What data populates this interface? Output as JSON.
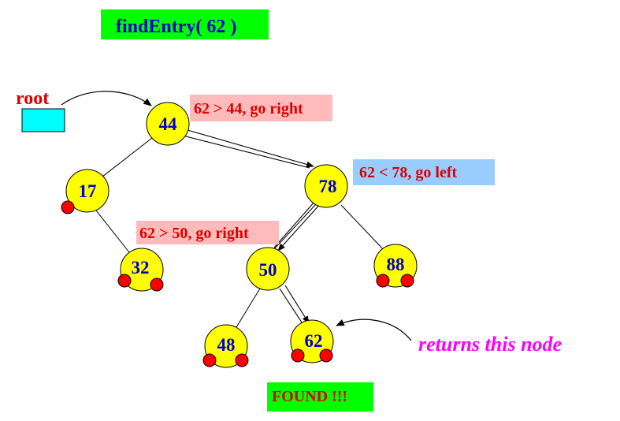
{
  "title": "findEntry( 62 )",
  "root_label": "root",
  "nodes": {
    "n44": "44",
    "n17": "17",
    "n78": "78",
    "n32": "32",
    "n50": "50",
    "n88": "88",
    "n48": "48",
    "n62": "62"
  },
  "steps": {
    "step1": "62 > 44, go right",
    "step2": "62 < 78, go left",
    "step3": "62 > 50, go right"
  },
  "result_label": "returns this node",
  "found_label": "FOUND !!!",
  "colors": {
    "node_fill": "#ffff00",
    "leaf_dot": "#ff0000",
    "title_bg": "#00ff00",
    "step_bg_pink": "#ffbbbb",
    "step_bg_blue": "#99ccff",
    "root_box": "#00ffff",
    "result_text": "#ff00ff",
    "node_text": "#0000cc",
    "step_text": "#dd0000"
  }
}
